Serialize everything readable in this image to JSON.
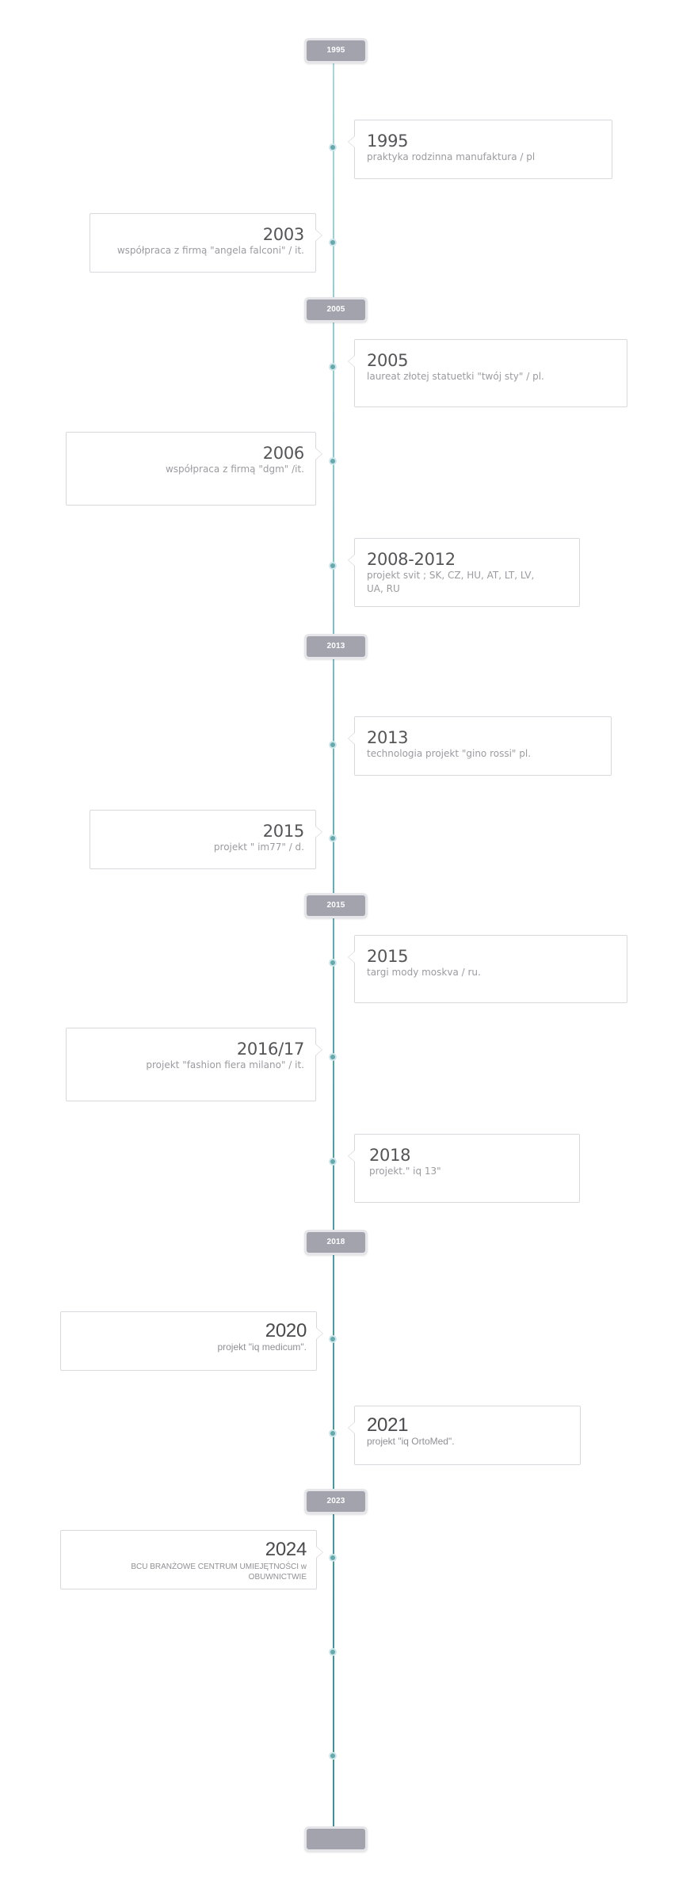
{
  "badges": [
    "1995",
    "2005",
    "2013",
    "2015",
    "2018",
    "2023",
    ""
  ],
  "entries": [
    {
      "year": "1995",
      "desc": "praktyka rodzinna manufaktura / pl"
    },
    {
      "year": "2003",
      "desc": "współpraca z firmą \"angela falconi\" / it."
    },
    {
      "year": "2005",
      "desc": "laureat złotej statuetki \"twój sty\" / pl."
    },
    {
      "year": "2006",
      "desc": "współpraca z firmą \"dgm\" /it."
    },
    {
      "year": "2008-2012",
      "desc": "projekt svit ; SK, CZ, HU, AT, LT, LV, UA, RU"
    },
    {
      "year": "2013",
      "desc": "technologia projekt \"gino rossi\" pl."
    },
    {
      "year": "2015",
      "desc": "projekt \" im77\" / d."
    },
    {
      "year": "2015",
      "desc": "targi mody moskva / ru."
    },
    {
      "year": "2016/17",
      "desc": "projekt \"fashion fiera milano\" / it."
    },
    {
      "year": "2018",
      "desc": "projekt.\" iq 13\""
    },
    {
      "year": "2020",
      "desc": "projekt \"iq medicum\"."
    },
    {
      "year": "2021",
      "desc": "projekt \"iq OrtoMed\"."
    },
    {
      "year": "2024",
      "desc": "BCU BRANŻOWE CENTRUM UMIEJĘTNOŚCI w OBUWNICTWIE"
    }
  ],
  "colors": {
    "badge": "#a2a3ad",
    "axis": "#6fb5bb",
    "dot": "#64a9b0",
    "card_border": "#d9d9dd"
  }
}
